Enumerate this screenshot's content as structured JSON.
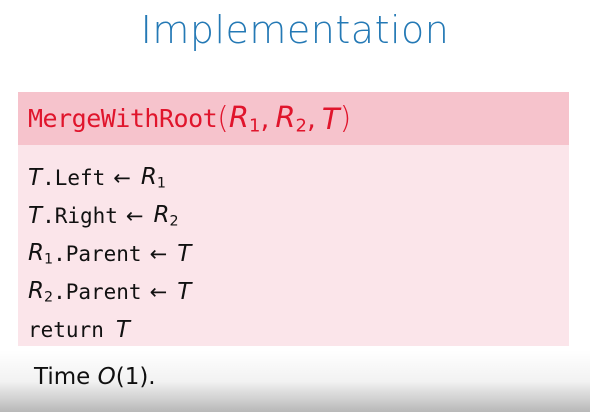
{
  "slide": {
    "title": "Implementation"
  },
  "algorithm": {
    "function_name": "MergeWithRoot",
    "open_paren": "(",
    "close_paren": ")",
    "comma": ",",
    "args": [
      {
        "base": "R",
        "sub": "1"
      },
      {
        "base": "R",
        "sub": "2"
      },
      {
        "base": "T",
        "sub": ""
      }
    ],
    "lines": [
      {
        "lhs_base": "T",
        "lhs_sub": "",
        "field": ".Left",
        "arrow": "←",
        "rhs_base": "R",
        "rhs_sub": "1"
      },
      {
        "lhs_base": "T",
        "lhs_sub": "",
        "field": ".Right",
        "arrow": "←",
        "rhs_base": "R",
        "rhs_sub": "2"
      },
      {
        "lhs_base": "R",
        "lhs_sub": "1",
        "field": ".Parent",
        "arrow": "←",
        "rhs_base": "T",
        "rhs_sub": ""
      },
      {
        "lhs_base": "R",
        "lhs_sub": "2",
        "field": ".Parent",
        "arrow": "←",
        "rhs_base": "T",
        "rhs_sub": ""
      }
    ],
    "return_keyword": "return",
    "return_value": "T"
  },
  "footer": {
    "prefix": "Time ",
    "complexity": "O",
    "complexity_arg": "(1).",
    "theme": {
      "title_color": "#2479b5",
      "header_bg": "#f6c3cc",
      "body_bg": "#fbe5ea",
      "header_text_color": "#e0152c"
    }
  }
}
